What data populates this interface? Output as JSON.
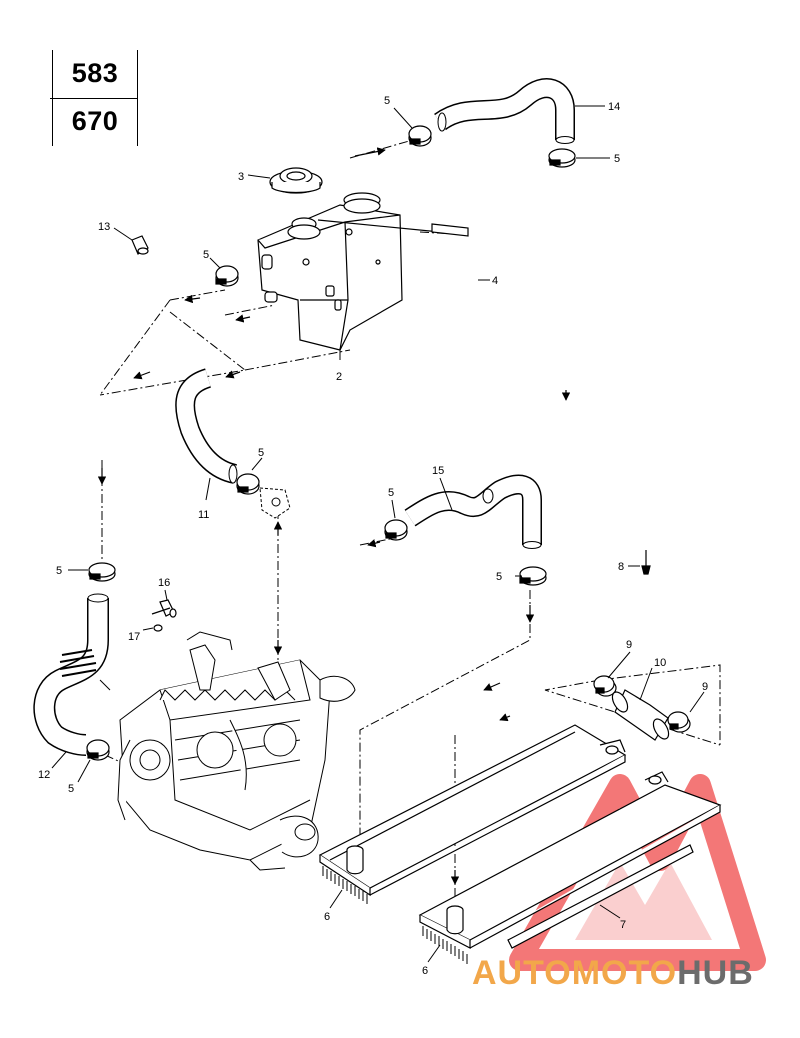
{
  "models": [
    "583",
    "670"
  ],
  "callouts": {
    "c2": "2",
    "c3": "3",
    "c4": "4",
    "c5a": "5",
    "c5b": "5",
    "c5c": "5",
    "c5d": "5",
    "c5e": "5",
    "c5f": "5",
    "c5g": "5",
    "c5h": "5",
    "c6a": "6",
    "c6b": "6",
    "c7": "7",
    "c8": "8",
    "c9a": "9",
    "c9b": "9",
    "c10": "10",
    "c11": "11",
    "c12": "12",
    "c13": "13",
    "c14": "14",
    "c15": "15",
    "c16": "16",
    "c17": "17"
  },
  "watermark": {
    "part1": "AUTO",
    "part2": "MOTO",
    "part3": "HUB",
    "colors": {
      "logo_red": "#ef4a4a",
      "orange": "#f2a74a",
      "gray": "#6c6c6c"
    }
  }
}
